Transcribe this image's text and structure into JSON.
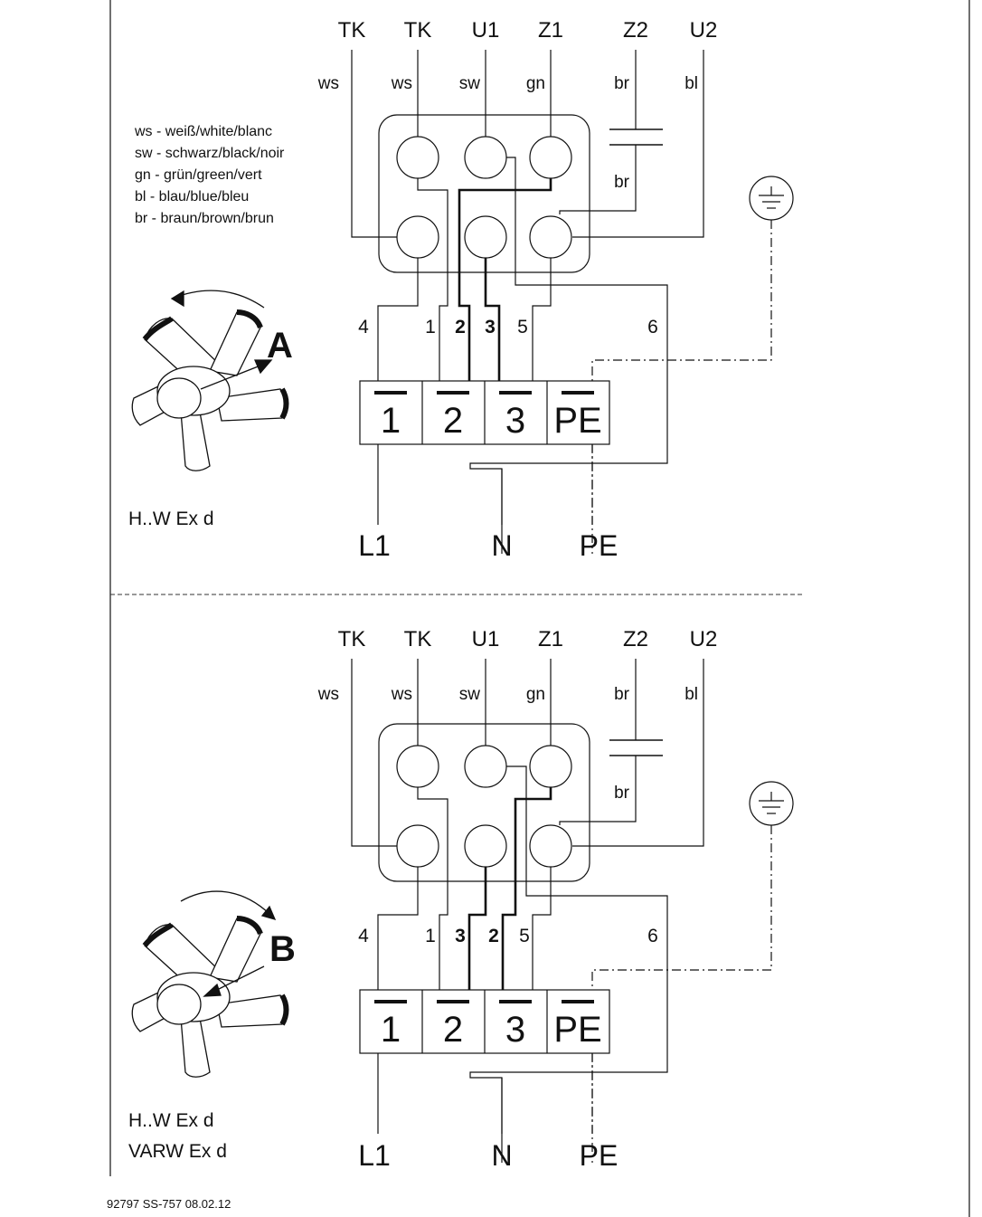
{
  "top_terminals": [
    "TK",
    "TK",
    "U1",
    "Z1",
    "Z2",
    "U2"
  ],
  "wire_colors": [
    "ws",
    "ws",
    "sw",
    "gn",
    "br",
    "bl"
  ],
  "capacitor_lower_label": "br",
  "legend": [
    "ws - weiß/white/blanc",
    "sw - schwarz/black/noir",
    "gn - grün/green/vert",
    "bl - blau/blue/bleu",
    "br - braun/brown/brun"
  ],
  "diagram_a": {
    "direction_label": "A",
    "wire_numbers": [
      "4",
      "1",
      "2",
      "3",
      "5",
      "6"
    ],
    "terminal_block": [
      "1",
      "2",
      "3",
      "PE"
    ],
    "supply": [
      "L1",
      "N",
      "PE"
    ],
    "caption": [
      "H..W Ex d"
    ]
  },
  "diagram_b": {
    "direction_label": "B",
    "wire_numbers": [
      "4",
      "1",
      "3",
      "2",
      "5",
      "6"
    ],
    "terminal_block": [
      "1",
      "2",
      "3",
      "PE"
    ],
    "supply": [
      "L1",
      "N",
      "PE"
    ],
    "caption": [
      "H..W Ex d",
      "VARW Ex d"
    ]
  },
  "footer": "92797  SS-757   08.02.12",
  "colors": {
    "line": "#111111",
    "background": "#ffffff"
  }
}
